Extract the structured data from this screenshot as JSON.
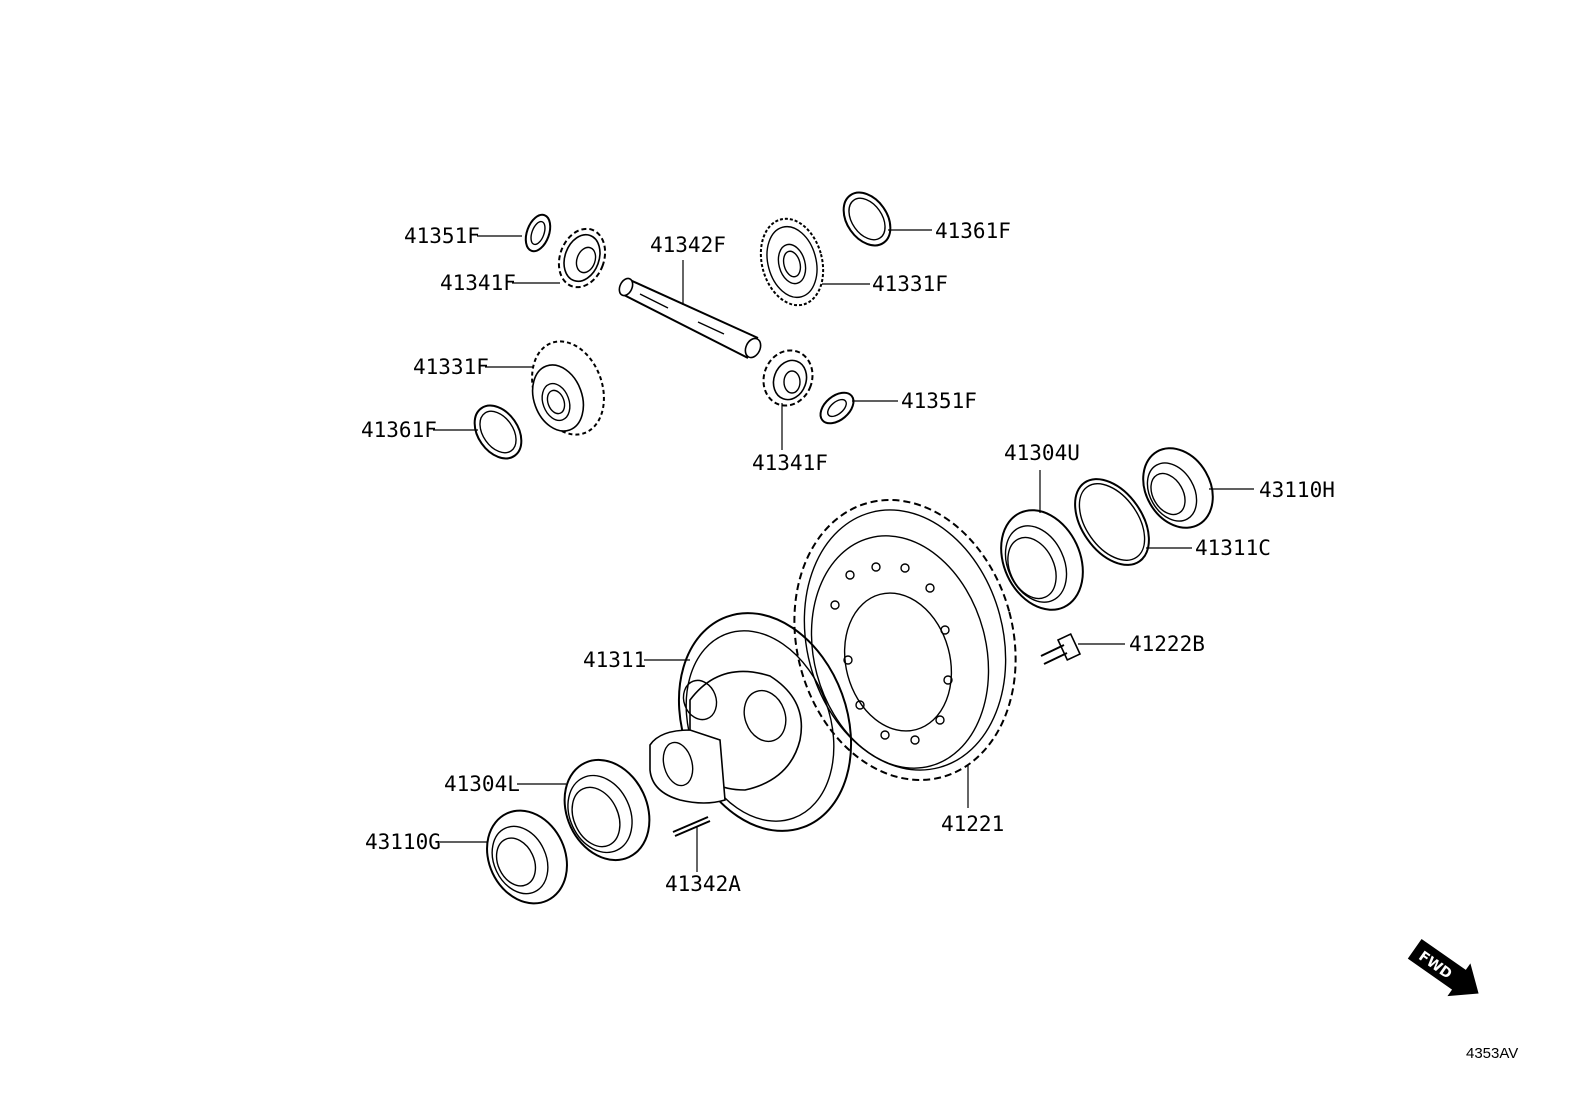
{
  "labels": {
    "p41351F_top": "41351F",
    "p41341F_top": "41341F",
    "p41342F": "41342F",
    "p41361F_top": "41361F",
    "p41331F_top": "41331F",
    "p41331F_left": "41331F",
    "p41361F_left": "41361F",
    "p41351F_right": "41351F",
    "p41341F_bottom": "41341F",
    "p41304U": "41304U",
    "p43110H": "43110H",
    "p41311C": "41311C",
    "p41222B": "41222B",
    "p41311": "41311",
    "p41304L": "41304L",
    "p43110G": "43110G",
    "p41342A": "41342A",
    "p41221": "41221"
  },
  "fwd_badge": "FWD",
  "figure_code": "4353AV"
}
